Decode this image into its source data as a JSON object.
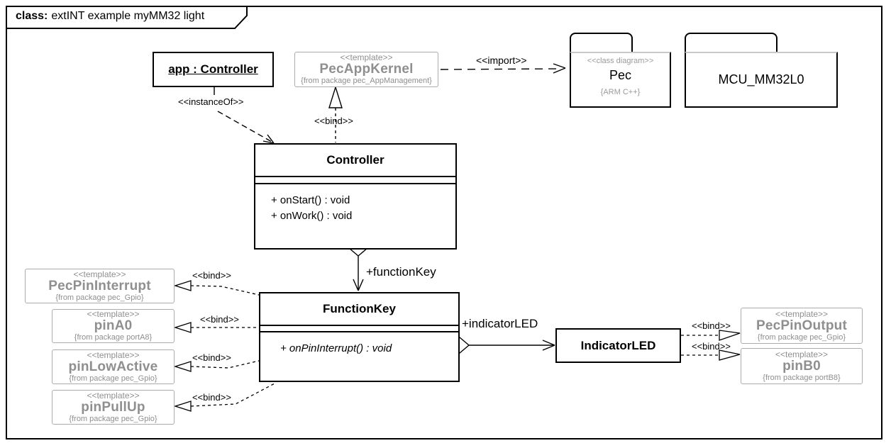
{
  "frame": {
    "title_bold": "class:",
    "title_rest": "extINT example myMM32 light"
  },
  "nodes": {
    "app": {
      "name": "app : Controller"
    },
    "pecAppKernel": {
      "stereotype": "<<template>>",
      "name": "PecAppKernel",
      "from": "{from package pec_AppManagement}"
    },
    "pecPackage": {
      "stereotype": "<<class diagram>>",
      "name": "Pec",
      "tag": "{ARM C++}"
    },
    "mcuPackage": {
      "name": "MCU_MM32L0"
    },
    "controller": {
      "name": "Controller",
      "operations": [
        "+ onStart() : void",
        "+ onWork() : void"
      ]
    },
    "functionKey": {
      "name": "FunctionKey",
      "operations": [
        "+ onPinInterrupt() : void"
      ]
    },
    "indicatorLED": {
      "name": "IndicatorLED"
    },
    "pecPinInterrupt": {
      "stereotype": "<<template>>",
      "name": "PecPinInterrupt",
      "from": "{from package pec_Gpio}"
    },
    "pinA0": {
      "stereotype": "<<template>>",
      "name": "pinA0",
      "from": "{from package portA8}"
    },
    "pinLowActive": {
      "stereotype": "<<template>>",
      "name": "pinLowActive",
      "from": "{from package pec_Gpio}"
    },
    "pinPullUp": {
      "stereotype": "<<template>>",
      "name": "pinPullUp",
      "from": "{from package pec_Gpio}"
    },
    "pecPinOutput": {
      "stereotype": "<<template>>",
      "name": "PecPinOutput",
      "from": "{from package pec_Gpio}"
    },
    "pinB0": {
      "stereotype": "<<template>>",
      "name": "pinB0",
      "from": "{from package portB8}"
    }
  },
  "edges": {
    "instance_of_label": "<<instanceOf>>",
    "bind_label": "<<bind>>",
    "import_label": "<<import>>",
    "function_key_label": "+functionKey",
    "indicator_led_label": "+indicatorLED"
  },
  "colors": {
    "line": "#000000",
    "template_text": "#8f8f8f",
    "template_border": "#ababab",
    "package_top_line": "#c9c9c9"
  }
}
